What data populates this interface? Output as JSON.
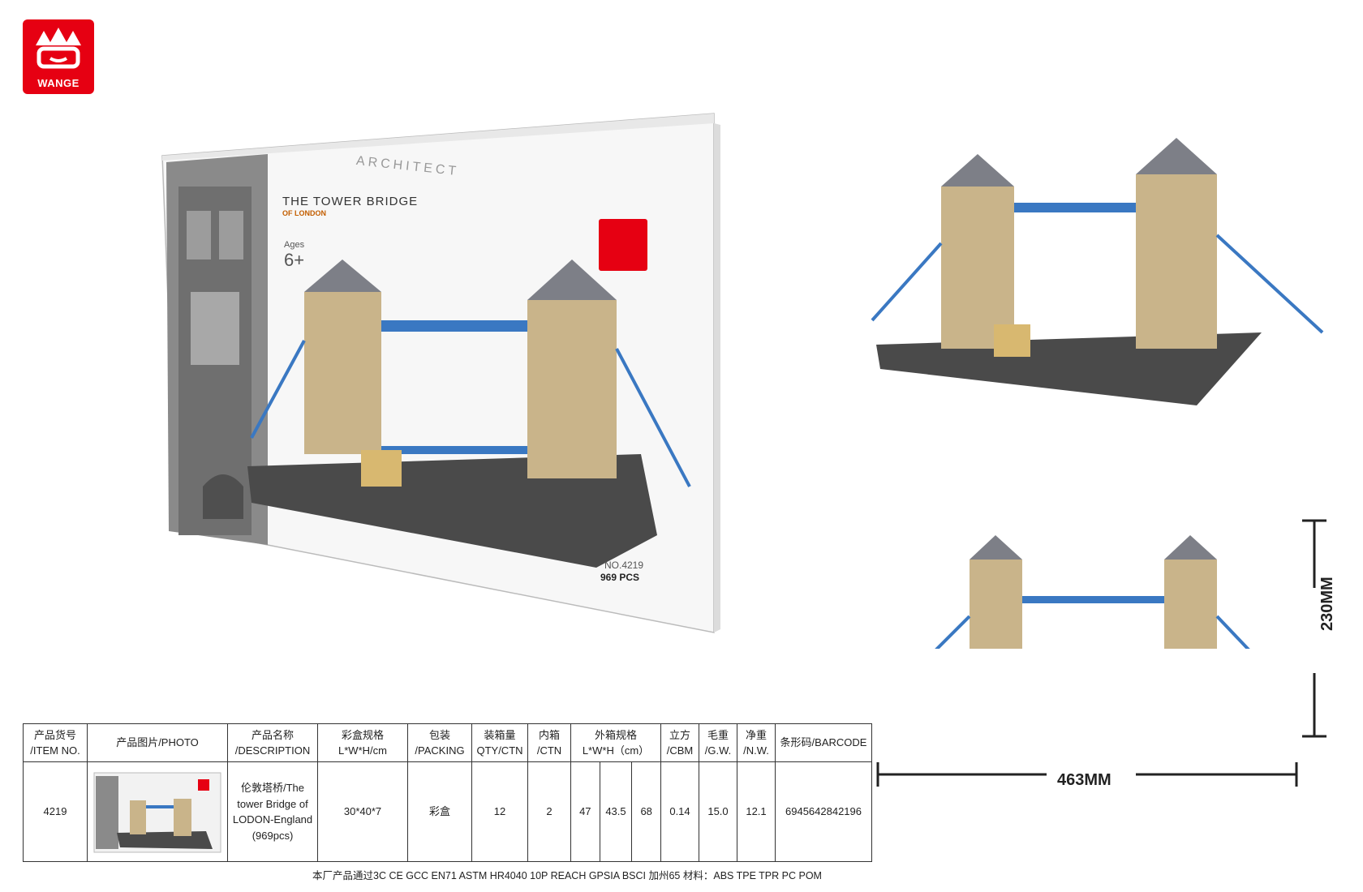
{
  "brand": {
    "name": "WANGE",
    "color": "#e60012"
  },
  "box": {
    "title": "THE TOWER BRIDGE",
    "subtitle": "OF LONDON",
    "series": "ARCHITECT",
    "ages_label": "Ages",
    "ages_value": "6+",
    "number": "NO.4219",
    "pieces": "969 PCS"
  },
  "dimensions": {
    "length": "463MM",
    "height": "230MM"
  },
  "table": {
    "headers": [
      "产品货号\n/ITEM NO.",
      "产品图片/PHOTO",
      "产品名称\n/DESCRIPTION",
      "彩盒规格\nL*W*H/cm",
      "包装\n/PACKING",
      "装箱量\nQTY/CTN",
      "内箱\n/CTN",
      "外箱规格\nL*W*H（cm）",
      "立方\n/CBM",
      "毛重\n/G.W.",
      "净重\n/N.W.",
      "条形码/BARCODE"
    ],
    "row": {
      "item_no": "4219",
      "description": "伦敦塔桥/The tower Bridge of LODON-England (969pcs)",
      "box_size": "30*40*7",
      "packing": "彩盒",
      "qty_ctn": "12",
      "inner_ctn": "2",
      "outer_l": "47",
      "outer_w": "43.5",
      "outer_h": "68",
      "cbm": "0.14",
      "gw": "15.0",
      "nw": "12.1",
      "barcode": "6945642842196"
    }
  },
  "footer": "本厂产品通过3C  CE  GCC  EN71  ASTM  HR4040 10P  REACH  GPSIA  BSCI  加州65   材料：ABS TPE TPR PC POM"
}
